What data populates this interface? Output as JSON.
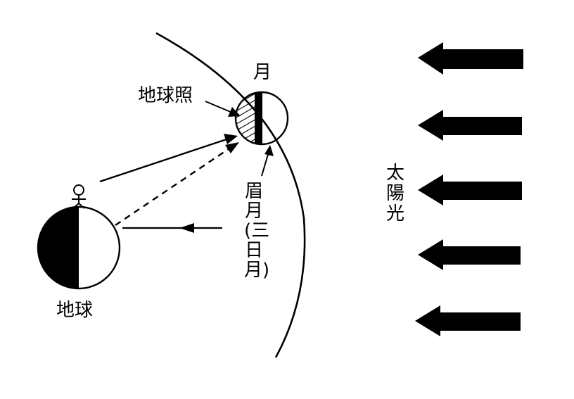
{
  "labels": {
    "earth": "地球",
    "moon": "月",
    "earthshine": "地球照",
    "sunlight": "太陽光",
    "crescent": "眉月(三日月)"
  },
  "colors": {
    "ink": "#000000",
    "paper": "#ffffff"
  },
  "icons": {
    "observer": "stick-figure-icon",
    "sun_arrow": "thick-left-arrow-icon"
  }
}
